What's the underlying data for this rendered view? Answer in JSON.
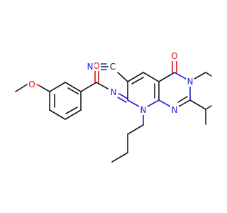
{
  "atom_labels": {
    "nitrile_n": "N",
    "nitrile_c": "C",
    "carbonyl_o": "O",
    "amide_o": "O",
    "methoxy_o": "O",
    "imine_n": "N",
    "ring_n1": "N",
    "ring_n_fused": "N",
    "ring_n_pyrimidine": "N"
  },
  "colors": {
    "nitrogen": "#1f1fd6",
    "oxygen": "#e01010",
    "carbon": "#1a1a1a"
  }
}
